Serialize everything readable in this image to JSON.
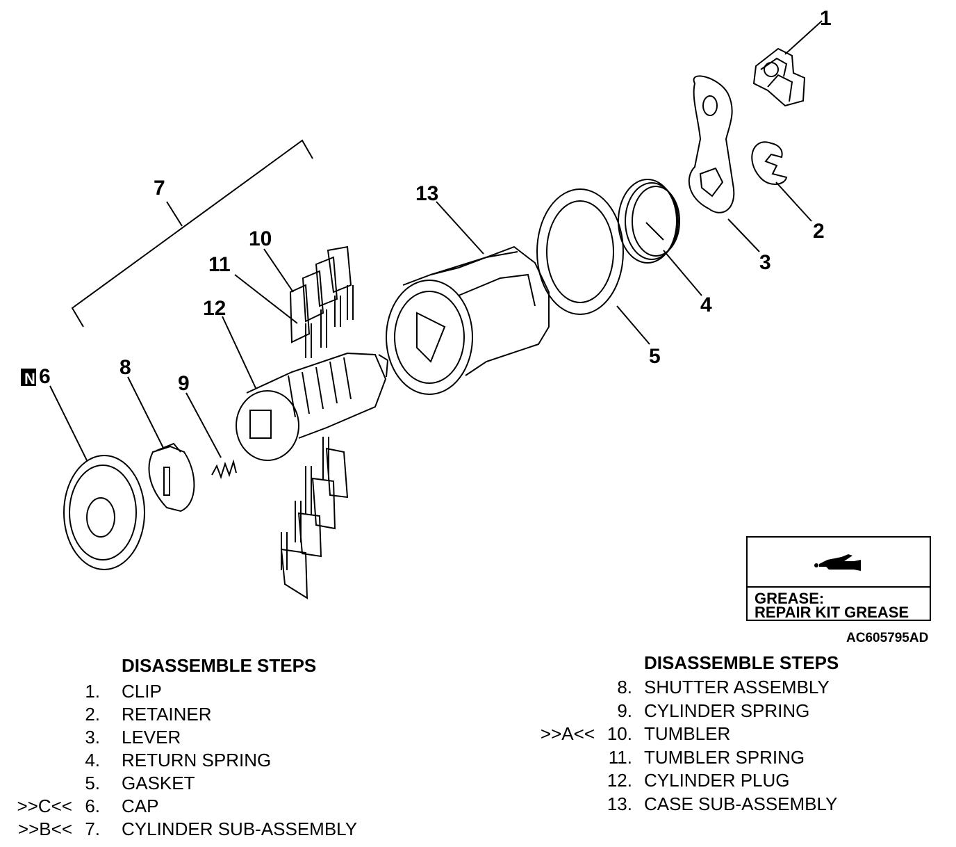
{
  "callouts": [
    "1",
    "2",
    "3",
    "4",
    "5",
    "6",
    "7",
    "8",
    "9",
    "10",
    "11",
    "12",
    "13"
  ],
  "new_part_mark": "N",
  "grease": {
    "line1": "GREASE:",
    "line2": "REPAIR KIT GREASE",
    "icon": "grease-gun-icon"
  },
  "figure_code": "AC605795AD",
  "left_steps": {
    "heading": "DISASSEMBLE STEPS",
    "items": [
      {
        "mark": "",
        "num": "1.",
        "label": "CLIP"
      },
      {
        "mark": "",
        "num": "2.",
        "label": "RETAINER"
      },
      {
        "mark": "",
        "num": "3.",
        "label": "LEVER"
      },
      {
        "mark": "",
        "num": "4.",
        "label": "RETURN SPRING"
      },
      {
        "mark": "",
        "num": "5.",
        "label": "GASKET"
      },
      {
        "mark": ">>C<<",
        "num": "6.",
        "label": "CAP"
      },
      {
        "mark": ">>B<<",
        "num": "7.",
        "label": "CYLINDER SUB-ASSEMBLY"
      }
    ]
  },
  "right_steps": {
    "heading": "DISASSEMBLE STEPS",
    "items": [
      {
        "mark": "",
        "num": "8.",
        "label": "SHUTTER ASSEMBLY"
      },
      {
        "mark": "",
        "num": "9.",
        "label": "CYLINDER SPRING"
      },
      {
        "mark": ">>A<<",
        "num": "10.",
        "label": "TUMBLER"
      },
      {
        "mark": "",
        "num": "11.",
        "label": "TUMBLER SPRING"
      },
      {
        "mark": "",
        "num": "12.",
        "label": "CYLINDER PLUG"
      },
      {
        "mark": "",
        "num": "13.",
        "label": "CASE SUB-ASSEMBLY"
      }
    ]
  }
}
